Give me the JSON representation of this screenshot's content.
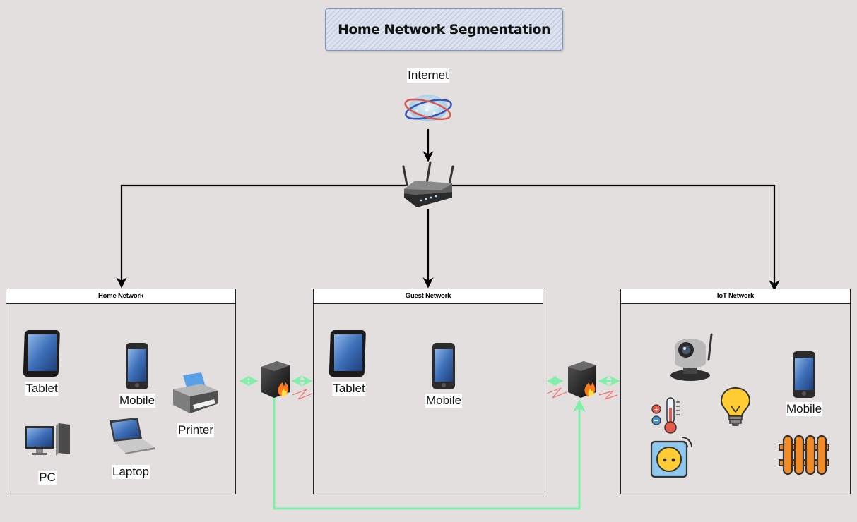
{
  "title": "Home Network Segmentation",
  "internet": {
    "label": "Internet"
  },
  "router": {
    "icon": "router-icon"
  },
  "networks": {
    "home": {
      "header": "Home Network",
      "devices": {
        "tablet": "Tablet",
        "mobile": "Mobile",
        "printer": "Printer",
        "pc": "PC",
        "laptop": "Laptop"
      }
    },
    "guest": {
      "header": "Guest Network",
      "devices": {
        "tablet": "Tablet",
        "mobile": "Mobile"
      }
    },
    "iot": {
      "header": "IoT Network",
      "devices": {
        "mobile": "Mobile"
      },
      "icons": [
        "ip-camera-icon",
        "thermometer-icon",
        "light-bulb-icon",
        "smart-plug-icon",
        "radiator-icon"
      ]
    }
  },
  "firewalls": [
    "firewall-icon",
    "firewall-icon"
  ],
  "colors": {
    "background": "#e3dfdf",
    "link_arrow": "#000000",
    "allowed_link": "#7ff0a8",
    "firewall_flame": "#ff7a1a"
  }
}
